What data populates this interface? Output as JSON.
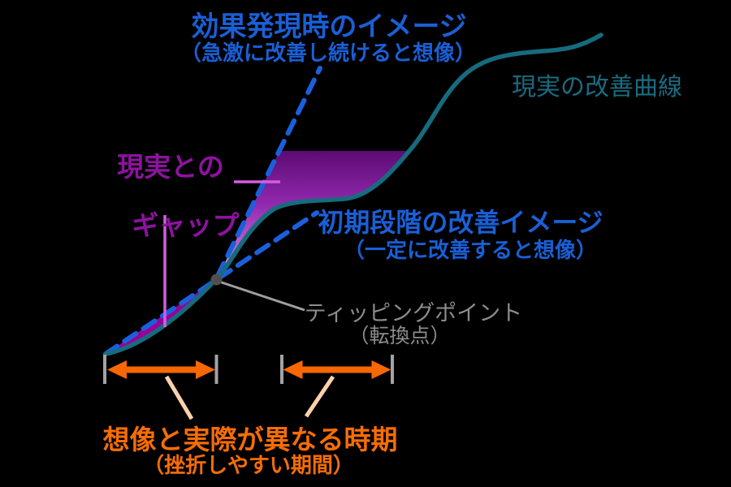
{
  "diagram": {
    "background_color": "#000000",
    "labels": {
      "expectation_title": "効果発現時のイメージ",
      "expectation_subtitle": "（急激に改善し続けると想像）",
      "actual_curve_label": "現実の改善曲線",
      "gap_label_line1": "現実との",
      "gap_label_line2": "ギャップ",
      "early_expectation_title": "初期段階の改善イメージ",
      "early_expectation_subtitle": "（一定に改善すると想像）",
      "tipping_point_title": "ティッピングポイント",
      "tipping_point_subtitle": "（転換点）",
      "period_title": "想像と実際が異なる時期",
      "period_subtitle": "（挫折しやすい期間）"
    },
    "colors": {
      "expectation_blue": "#1a5fd6",
      "dashed_line_blue": "#1c5fdd",
      "actual_curve_teal": "#176b7e",
      "gap_text_purple": "#8e12a0",
      "gap_fill_magenta": "#990099",
      "gap_gradient_top": "#5c0b74",
      "gap_gradient_mid": "#9229ae",
      "gap_gradient_bottom": "#e8b4f0",
      "period_orange": "#f56d05",
      "arrow_orange": "#f96703",
      "connector_peach": "#fcd2ad",
      "pointer_pink": "#d55ce2",
      "tipping_gray_text": "#8c8c8c",
      "tipping_dot_gray": "#4f4f4f",
      "tick_gray": "#a3a3a3",
      "pointer_gray": "#9e9e9e"
    }
  }
}
